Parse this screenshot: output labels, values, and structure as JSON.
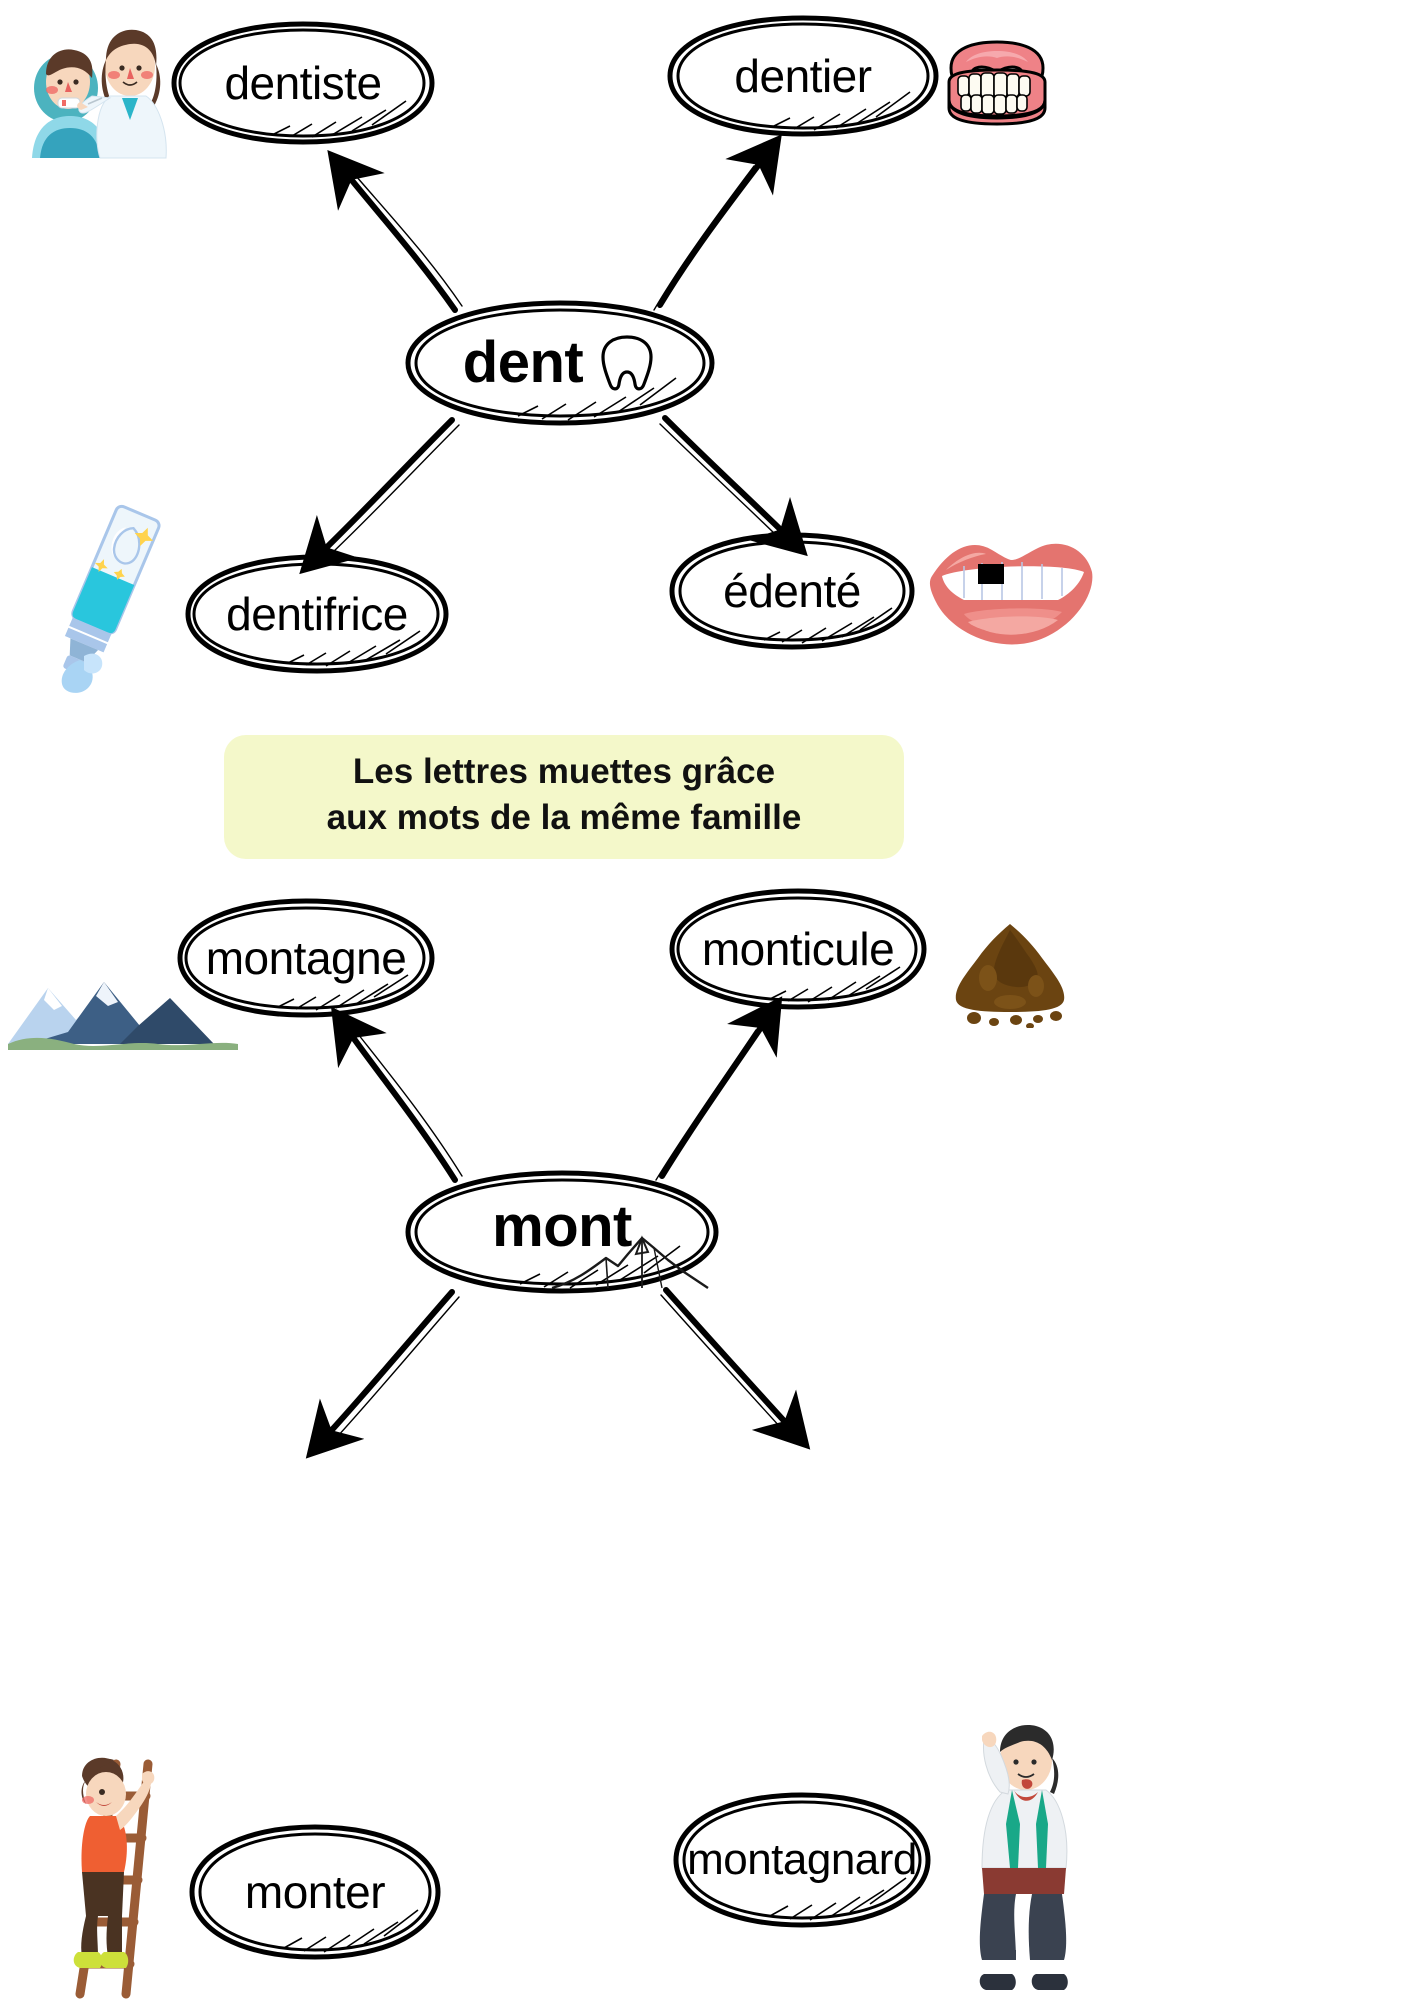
{
  "page": {
    "title": "Les lettres muettes grâce aux mots de la même famille",
    "background_color": "#ffffff",
    "banner_color": "#f4f8ca",
    "ink_color": "#000000"
  },
  "banner": {
    "line1": "Les lettres muettes grâce",
    "line2": "aux mots de la même famille"
  },
  "maps": [
    {
      "root": {
        "word": "dent",
        "icon": "tooth-icon"
      },
      "branches": [
        {
          "word": "dentiste",
          "icon": "dentist-patient-icon",
          "icon_side": "left",
          "position": "top-left"
        },
        {
          "word": "dentier",
          "icon": "dentures-icon",
          "icon_side": "right",
          "position": "top-right"
        },
        {
          "word": "dentifrice",
          "icon": "toothpaste-tube-icon",
          "icon_side": "left",
          "position": "bottom-left"
        },
        {
          "word": "édenté",
          "icon": "toothless-mouth-icon",
          "icon_side": "right",
          "position": "bottom-right"
        }
      ]
    },
    {
      "root": {
        "word": "mont",
        "icon": "mountain-sketch-icon"
      },
      "branches": [
        {
          "word": "montagne",
          "icon": "mountains-icon",
          "icon_side": "left",
          "position": "top-left"
        },
        {
          "word": "monticule",
          "icon": "dirt-mound-icon",
          "icon_side": "right",
          "position": "top-right"
        },
        {
          "word": "monter",
          "icon": "child-ladder-icon",
          "icon_side": "left",
          "position": "bottom-left"
        },
        {
          "word": "montagnard",
          "icon": "mountain-person-icon",
          "icon_side": "right",
          "position": "bottom-right"
        }
      ]
    }
  ],
  "colors": {
    "dentist_teal": "#4cb3bf",
    "dentist_shirt": "#8fd8e8",
    "hair_brown": "#5b3a29",
    "skin": "#f7d7bd",
    "denture_pink": "#ef8287",
    "tooth_white": "#fdfbf2",
    "toothpaste_cyan": "#29c6dd",
    "toothpaste_blue": "#a9c6e8",
    "lips_red": "#e4746f",
    "mountain_blue": "#3d5f85",
    "mountain_light": "#b9d3ee",
    "mountain_green": "#8ab07f",
    "mound_brown": "#6b4411",
    "ladder_brown": "#9a5c36",
    "shirt_orange": "#ef5f32",
    "pants_dark": "#3a4250",
    "vest_green": "#19a888",
    "vest_red": "#c2483b"
  }
}
